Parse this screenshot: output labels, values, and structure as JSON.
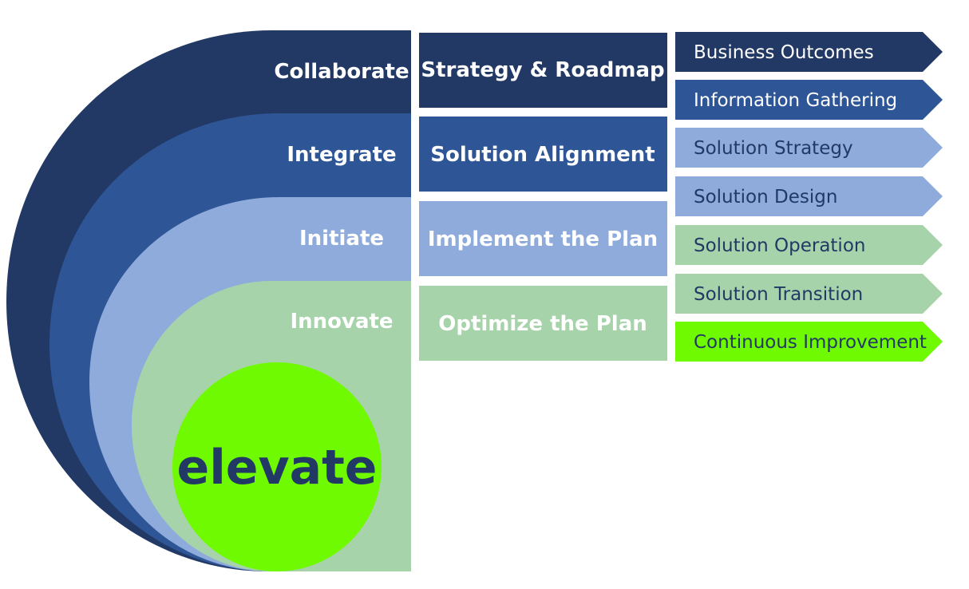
{
  "colors": {
    "navy": "#223965",
    "blue": "#2e5596",
    "light_blue": "#8eabdc",
    "sage": "#a7d3ab",
    "lime": "#70fa01",
    "white": "#ffffff",
    "dark_text": "#223965"
  },
  "center": {
    "label": "elevate",
    "color": "#70fa01",
    "text_color": "#223965"
  },
  "rings": [
    {
      "label": "Collaborate",
      "color": "#223965",
      "text_color": "#ffffff"
    },
    {
      "label": "Integrate",
      "color": "#2e5596",
      "text_color": "#ffffff"
    },
    {
      "label": "Initiate",
      "color": "#8eabdc",
      "text_color": "#ffffff"
    },
    {
      "label": "Innovate",
      "color": "#a7d3ab",
      "text_color": "#ffffff"
    }
  ],
  "phases": [
    {
      "label": "Strategy & Roadmap",
      "color": "#223965",
      "text_color": "#ffffff"
    },
    {
      "label": "Solution Alignment",
      "color": "#2e5596",
      "text_color": "#ffffff"
    },
    {
      "label": "Implement the Plan",
      "color": "#8eabdc",
      "text_color": "#ffffff"
    },
    {
      "label": "Optimize the Plan",
      "color": "#a7d3ab",
      "text_color": "#ffffff"
    }
  ],
  "steps": [
    {
      "label": "Business Outcomes",
      "color": "#223965",
      "text_color": "#ffffff"
    },
    {
      "label": "Information Gathering",
      "color": "#2e5596",
      "text_color": "#ffffff"
    },
    {
      "label": "Solution Strategy",
      "color": "#8eabdc",
      "text_color": "#223965"
    },
    {
      "label": "Solution Design",
      "color": "#8eabdc",
      "text_color": "#223965"
    },
    {
      "label": "Solution Operation",
      "color": "#a7d3ab",
      "text_color": "#223965"
    },
    {
      "label": "Solution Transition",
      "color": "#a7d3ab",
      "text_color": "#223965"
    },
    {
      "label": "Continuous Improvement",
      "color": "#70fa01",
      "text_color": "#223965"
    }
  ]
}
